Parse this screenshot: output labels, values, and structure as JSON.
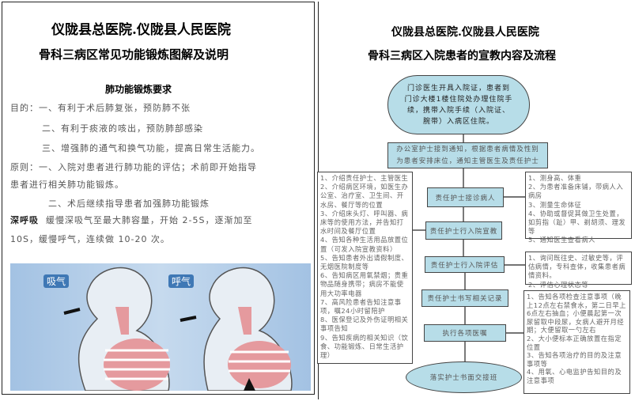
{
  "left_page": {
    "hospital": "仪陇县总医院.仪陇县人民医院",
    "title": "骨科三病区常见功能锻炼图解及说明",
    "section_title": "肺功能锻炼要求",
    "lines": [
      "目的：一、有利于术后肺复张，预防肺不张",
      "二、有利于痰液的咳出，预防肺部感染",
      "三、增强肺的通气和换气功能，提高日常生活能力。",
      "原则：一、入院对患者进行肺功能的评估；术前即开始指导",
      "患者进行相关肺功能锻炼。",
      "二、术后继续指导患者加强肺功能锻炼"
    ],
    "deep_breath_label": "深呼吸",
    "deep_breath_text": "缓慢深吸气至最大肺容量，开始 2-5S，逐渐加至",
    "deep_breath_text2": "10S，缓慢呼气，连续做 10-20 次。",
    "inhale_label": "吸气",
    "exhale_label": "呼气"
  },
  "right_page": {
    "hospital": "仪陇县总医院.仪陇县人民医院",
    "title": "骨科三病区入院患者的宣教内容及流程",
    "start": "门诊医生开具入院证，患者到门诊大楼1楼住院处办理住院手续，携带入院手续（入院证、腕带）入病区住院。",
    "office_nurse": "办公室护士接到通知，根据患者病情及性别为患者安排床位，通知主管医生及责任护士",
    "steps": [
      "责任护士接诊病人",
      "责任护士行入院宣教",
      "责任护士行入院评估",
      "责任护士书写相关记录",
      "执行各项医嘱"
    ],
    "end": "落实护士书面交接班",
    "education_list": [
      "1、介绍责任护士、主管医生",
      "2、介绍病区环境，如医生办公室、治疗室、卫生间、开水房、餐厅等的位置",
      "3、介绍床头灯、呼叫器、病床等的使用方法，并告知打水时间及餐厅位置",
      "4、告知各种生活用品放置位置（可发入院宣教资料）",
      "5、告知患者外出请假制度、无烟医院制度等",
      "6、告知病区用氧禁烟；贵重物品随身携带；病房不能使用大功率电器",
      "7、高风险患者告知注意事项，嘱24小时留陪护",
      "8、医保登记及外伤证明相关事项告知",
      "9、告知疾病的相关知识（饮食、功能锻炼、日常生活护理）"
    ],
    "reception_list": [
      "1、测身高、体重",
      "2、为患者准备床铺，带病人入病房",
      "3、测量生命体征",
      "4、协助或督促其做卫生处置，如剪指（趾）甲、剃胡须、理发等",
      "5、通知医生查看病人"
    ],
    "assessment_list": [
      "1、询问既往史、过敏史等，评估病情，专科查体，收集患者病情资料。",
      "2、评估心理状态等"
    ],
    "orders_list": [
      "1、告知各项检查注意事项（晚上12点左右禁食水，第二日早上6点左右抽血；小便晨起第一次尿留取中段尿，女病人避开月经期；大便留取一勺左右",
      "2、大小便标本正确放置在指定位置",
      "3、告知各项治疗的目的及注意事项等",
      "4、用氧、心电监护告知目的及注意事项"
    ]
  },
  "colors": {
    "flow_fill": "#b7dde8",
    "diagram_bg": "#a9c6e4",
    "lung": "#e59a9e"
  }
}
